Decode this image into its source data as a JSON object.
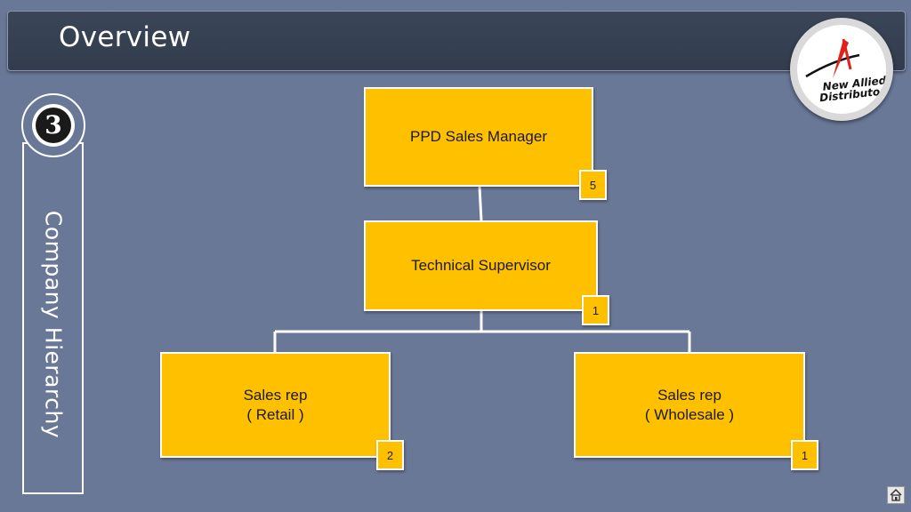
{
  "header": {
    "title": "Overview"
  },
  "logo": {
    "line1": "New Allied",
    "line2": "Distributors"
  },
  "sidebar": {
    "step_number": "3",
    "label": "Company Hierarchy"
  },
  "org_chart": {
    "nodes": [
      {
        "id": "ppd-sales-manager",
        "lines": [
          "PPD Sales Manager"
        ],
        "count": "5"
      },
      {
        "id": "technical-supervisor",
        "lines": [
          "Technical Supervisor"
        ],
        "count": "1"
      },
      {
        "id": "sales-rep-retail",
        "lines": [
          "Sales rep",
          "( Retail )"
        ],
        "count": "2"
      },
      {
        "id": "sales-rep-wholesale",
        "lines": [
          "Sales rep",
          "( Wholesale )"
        ],
        "count": "1"
      }
    ],
    "edges": [
      [
        "ppd-sales-manager",
        "technical-supervisor"
      ],
      [
        "technical-supervisor",
        "sales-rep-retail"
      ],
      [
        "technical-supervisor",
        "sales-rep-wholesale"
      ]
    ]
  },
  "colors": {
    "node_fill": "#ffc000",
    "background": "#6a7898",
    "header": "#343e50"
  },
  "icons": {
    "home": "home-icon"
  }
}
